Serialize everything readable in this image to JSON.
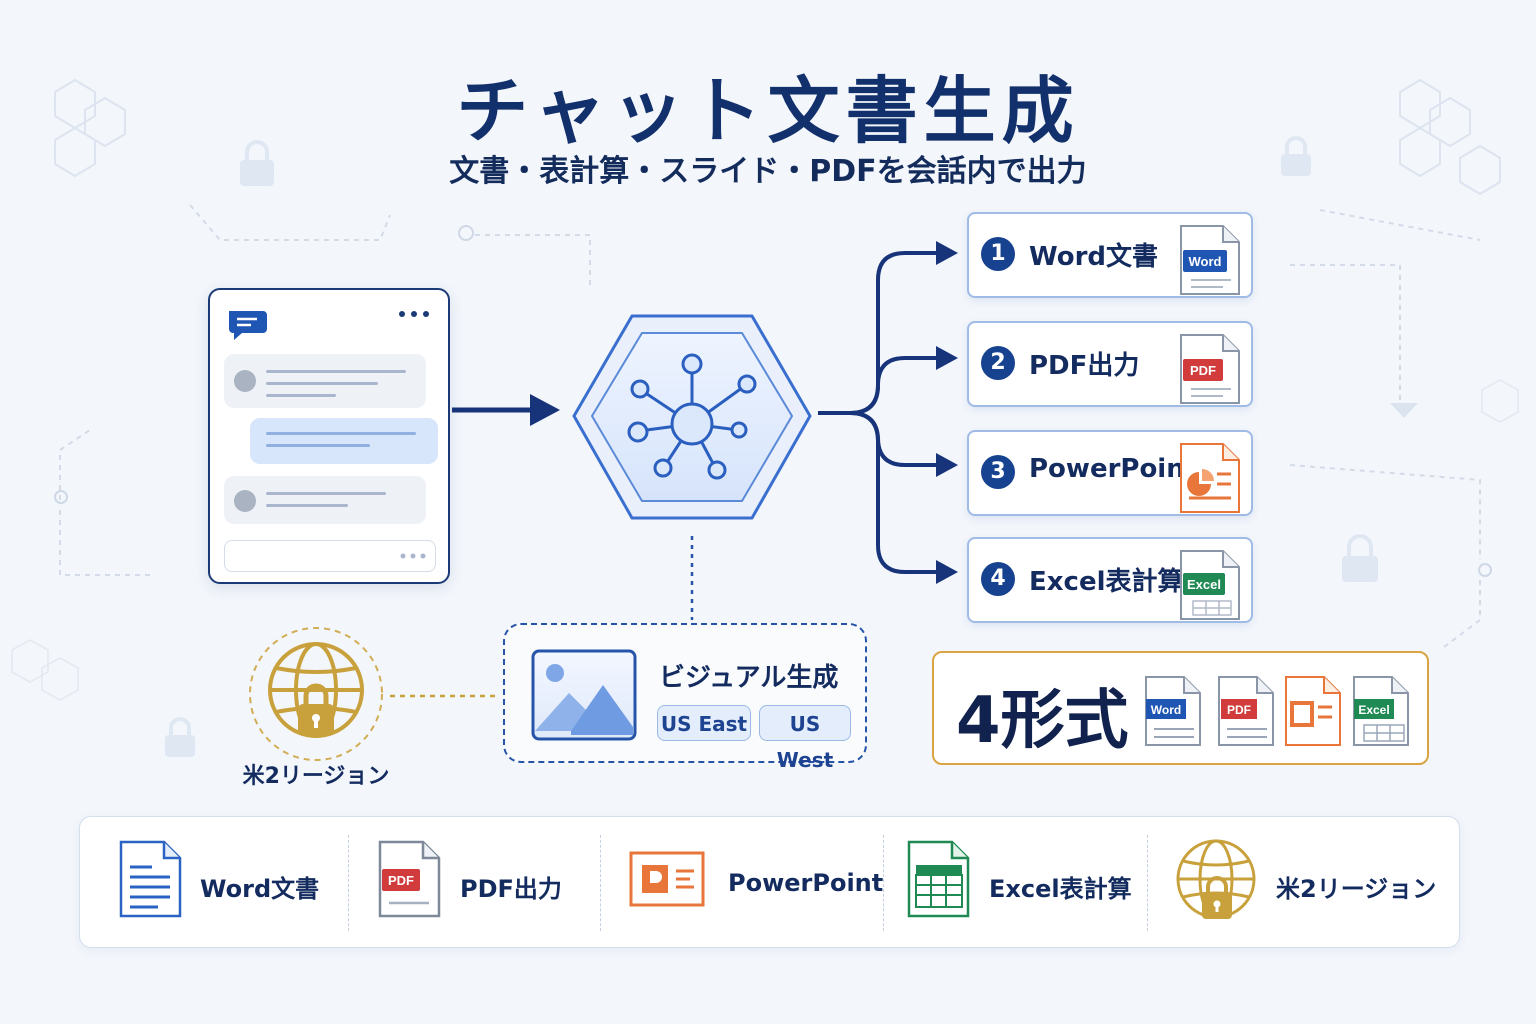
{
  "header": {
    "title": "チャット文書生成",
    "subtitle": "文書・表計算・スライド・PDFを会話内で出力"
  },
  "outputs": [
    {
      "number": "1",
      "label": "Word文書",
      "icon": "word-file-icon",
      "badge": "Word",
      "color": "#1f56b3"
    },
    {
      "number": "2",
      "label": "PDF出力",
      "icon": "pdf-file-icon",
      "badge": "PDF",
      "color": "#d13b3b"
    },
    {
      "number": "3",
      "label": "PowerPoint",
      "icon": "powerpoint-file-icon",
      "badge": "",
      "color": "#e8763a"
    },
    {
      "number": "4",
      "label": "Excel表計算",
      "icon": "excel-file-icon",
      "badge": "Excel",
      "color": "#1f8a54"
    }
  ],
  "visual": {
    "label": "ビジュアル生成",
    "regions": [
      "US East",
      "US West"
    ]
  },
  "globe": {
    "caption": "米2リージョン"
  },
  "formats": {
    "label": "4形式",
    "icons": [
      {
        "icon": "word-file-icon",
        "badge": "Word"
      },
      {
        "icon": "pdf-file-icon",
        "badge": "PDF"
      },
      {
        "icon": "powerpoint-file-icon",
        "badge": ""
      },
      {
        "icon": "excel-file-icon",
        "badge": "Excel"
      }
    ]
  },
  "bottom_bar": [
    {
      "label": "Word文書",
      "icon": "word-document-icon"
    },
    {
      "label": "PDF出力",
      "icon": "pdf-document-icon",
      "badge": "PDF"
    },
    {
      "label": "PowerPoint",
      "icon": "powerpoint-slide-icon"
    },
    {
      "label": "Excel表計算",
      "icon": "excel-sheet-icon"
    },
    {
      "label": "米2リージョン",
      "icon": "globe-lock-icon"
    }
  ],
  "colors": {
    "navy": "#12306b",
    "accent_blue": "#2a63c4",
    "gold": "#c9a13c",
    "word": "#1f56b3",
    "pdf": "#d13b3b",
    "powerpoint": "#e8763a",
    "excel": "#1f8a54"
  }
}
